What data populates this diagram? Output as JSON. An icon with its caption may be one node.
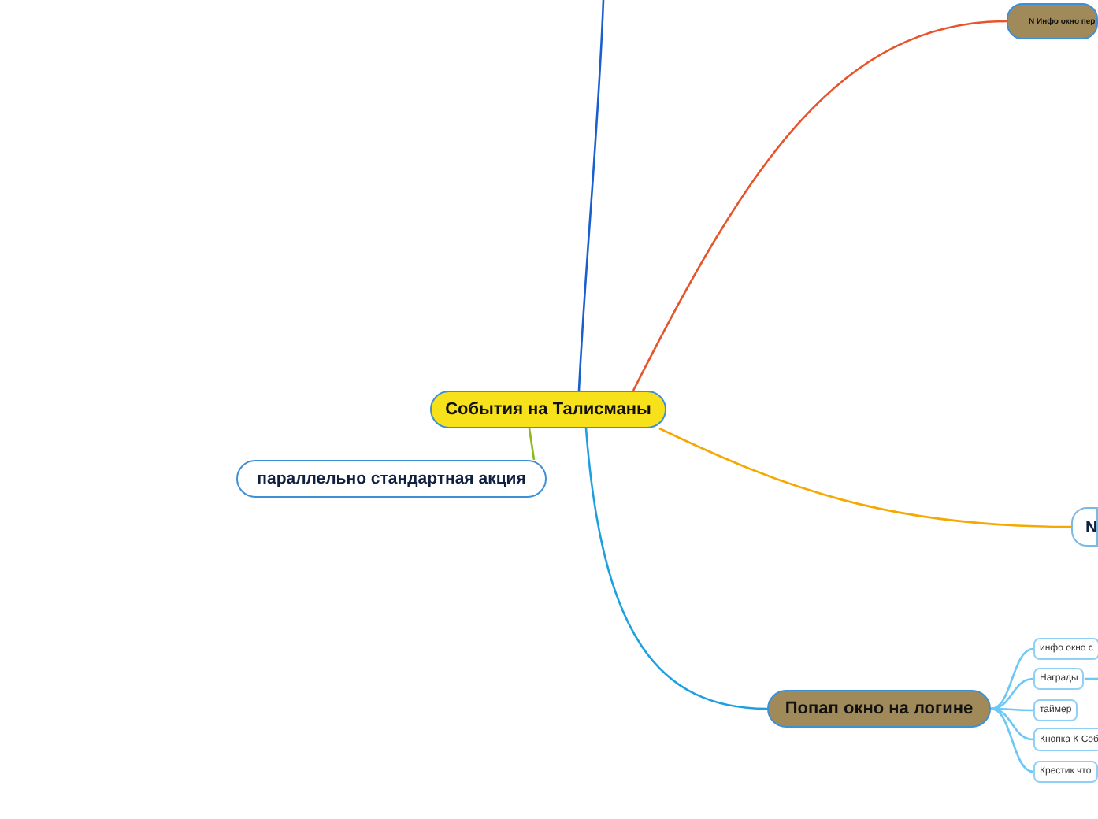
{
  "diagram": {
    "nodes": [
      {
        "text": [
          "События на Талисманы"
        ]
      },
      {
        "text": [
          "N Инфо окно пер"
        ]
      },
      {
        "text": [
          "N"
        ]
      },
      {
        "text": [
          "Попап окно на логине"
        ]
      },
      {
        "text": [
          "параллельно стандартная акция"
        ]
      },
      {
        "text": [
          "инфо окно с"
        ]
      },
      {
        "text": [
          "Награды"
        ]
      },
      {
        "text": [
          "таймер"
        ]
      },
      {
        "text": [
          "Кнопка К Соб"
        ]
      },
      {
        "text": [
          "Крестик что"
        ]
      }
    ],
    "edges": [
      {
        "from": 0,
        "to": null,
        "arrow": "none",
        "color": "#1a5fd0"
      },
      {
        "from": 0,
        "to": 1,
        "arrow": "none",
        "color": "#e8542a"
      },
      {
        "from": 0,
        "to": 2,
        "arrow": "none",
        "color": "#f5a800"
      },
      {
        "from": 0,
        "to": 3,
        "arrow": "none",
        "color": "#1ea0e0"
      },
      {
        "from": 0,
        "to": 4,
        "arrow": "none",
        "color": "#8cb820"
      },
      {
        "from": 3,
        "to": 5,
        "arrow": "none",
        "color": "#6cc8f4"
      },
      {
        "from": 3,
        "to": 6,
        "arrow": "none",
        "color": "#6cc8f4"
      },
      {
        "from": 3,
        "to": 7,
        "arrow": "none",
        "color": "#6cc8f4"
      },
      {
        "from": 3,
        "to": 8,
        "arrow": "none",
        "color": "#6cc8f4"
      },
      {
        "from": 3,
        "to": 9,
        "arrow": "none",
        "color": "#6cc8f4"
      },
      {
        "from": 6,
        "to": null,
        "arrow": "none",
        "color": "#6cc8f4"
      }
    ]
  }
}
